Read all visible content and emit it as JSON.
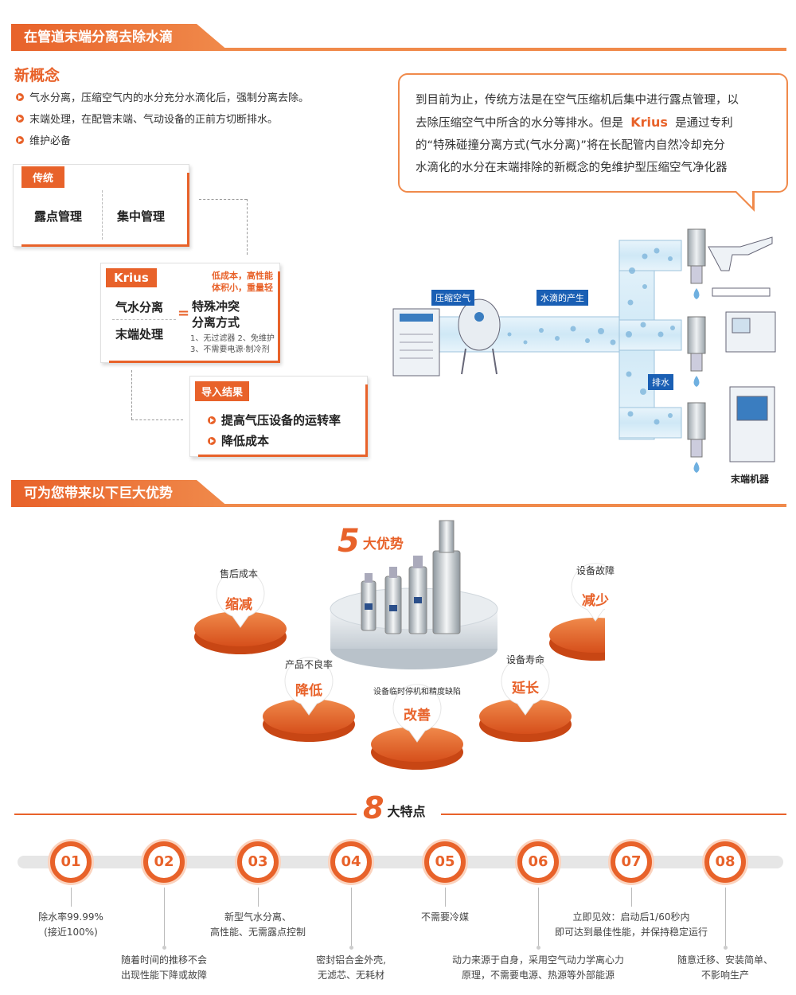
{
  "section1": {
    "title": "在管道末端分离去除水滴"
  },
  "concept": {
    "title": "新概念",
    "bullets": [
      "气水分离，压缩空气内的水分充分水滴化后，强制分离去除。",
      "末端处理，在配管末端、气动设备的正前方切断排水。",
      "维护必备"
    ]
  },
  "traditional": {
    "tag": "传统",
    "left": "露点管理",
    "right": "集中管理"
  },
  "krius_card": {
    "tag": "Krius",
    "highlight_line1": "低成本，高性能",
    "highlight_line2": "体积小，重量轻",
    "term1": "气水分离",
    "term2": "末端处理",
    "equals": "=",
    "method_line1": "特殊冲突",
    "method_line2": "分离方式",
    "note1": "1、无过滤器 2、免维护",
    "note2": "3、不需要电源·制冷剂"
  },
  "result": {
    "tag": "导入结果",
    "items": [
      "提高气压设备的运转率",
      "降低成本"
    ]
  },
  "speech": {
    "line1": "到目前为止，传统方法是在空气压缩机后集中进行露点管理，以",
    "line2a": "去除压缩空气中所含的水分等排水。但是",
    "brand": "Krius",
    "line2b": "是通过专利",
    "line3": "的“特殊碰撞分离方式(气水分离)”将在长配管内自然冷却充分",
    "line4": "水滴化的水分在末端排除的新概念的免维护型压缩空气净化器"
  },
  "diagram": {
    "label_air": "压缩空气",
    "label_drops": "水滴的产生",
    "label_drain": "排水",
    "label_terminal": "末端机器"
  },
  "section2": {
    "title": "可为您带来以下巨大优势"
  },
  "advantages": {
    "num": "5",
    "title": "大优势",
    "items": [
      {
        "top": "售后成本",
        "main": "缩减"
      },
      {
        "top": "产品不良率",
        "main": "降低"
      },
      {
        "top": "设备临时停机和精度缺陷",
        "main": "改善"
      },
      {
        "top": "设备寿命",
        "main": "延长"
      },
      {
        "top": "设备故障",
        "main": "减少"
      }
    ]
  },
  "features": {
    "num": "8",
    "title": "大特点",
    "items": [
      {
        "no": "01",
        "text1": "除水率99.99%",
        "text2": "(接近100%)"
      },
      {
        "no": "02",
        "text1": "随着时间的推移不会",
        "text2": "出现性能下降或故障"
      },
      {
        "no": "03",
        "text1": "新型气水分离、",
        "text2": "高性能、无需露点控制"
      },
      {
        "no": "04",
        "text1": "密封铝合金外壳,",
        "text2": "无滤芯、无耗材"
      },
      {
        "no": "05",
        "text1": "不需要冷媒",
        "text2": ""
      },
      {
        "no": "06",
        "text1": "动力来源于自身，采用空气动力学离心力",
        "text2": "原理，不需要电源、热源等外部能源"
      },
      {
        "no": "07",
        "text1": "立即见效：启动后1/60秒内",
        "text2": "即可达到最佳性能，并保持稳定运行"
      },
      {
        "no": "08",
        "text1": "随意迁移、安装简单、",
        "text2": "不影响生产"
      }
    ]
  },
  "colors": {
    "accent": "#e8622a",
    "accent_light": "#f08a4b",
    "pipe": "#cfe8f6",
    "pipe_border": "#9cc3dc"
  }
}
